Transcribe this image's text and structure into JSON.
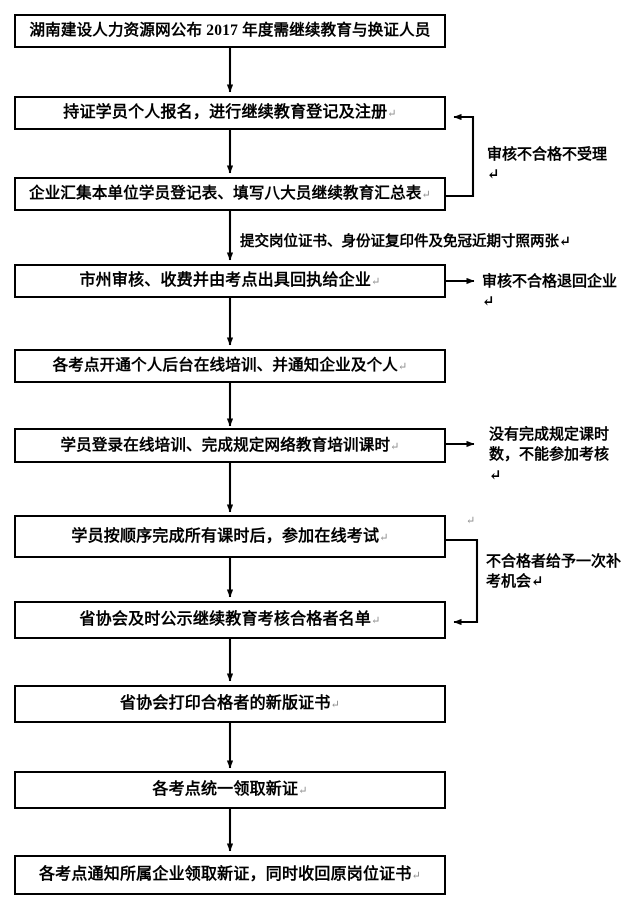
{
  "diagram": {
    "title_box": {
      "text": "湖南建设人力资源网公布 2017 年度需继续教育与换证人员",
      "pilcrow": ""
    },
    "nodes": [
      {
        "id": "node-1",
        "text": "湖南建设人力资源网公布 2017 年度需继续教育与换证人员",
        "pilcrow": ""
      },
      {
        "id": "node-2",
        "text": "持证学员个人报名，进行继续教育登记及注册",
        "pilcrow": "↵"
      },
      {
        "id": "node-3",
        "text": "企业汇集本单位学员登记表、填写八大员继续教育汇总表",
        "pilcrow": "↵"
      },
      {
        "id": "node-4",
        "text": "市州审核、收费并由考点出具回执给企业",
        "pilcrow": "↵"
      },
      {
        "id": "node-5",
        "text": "各考点开通个人后台在线培训、并通知企业及个人",
        "pilcrow": "↵"
      },
      {
        "id": "node-6",
        "text": "学员登录在线培训、完成规定网络教育培训课时",
        "pilcrow": "↵"
      },
      {
        "id": "node-7",
        "text": "学员按顺序完成所有课时后，参加在线考试",
        "pilcrow": "↵"
      },
      {
        "id": "node-8",
        "text": "省协会及时公示继续教育考核合格者名单",
        "pilcrow": "↵"
      },
      {
        "id": "node-9",
        "text": "省协会打印合格者的新版证书",
        "pilcrow": "↵"
      },
      {
        "id": "node-10",
        "text": "各考点统一领取新证",
        "pilcrow": "↵"
      },
      {
        "id": "node-11",
        "text": "各考点通知所属企业领取新证，同时收回原岗位证书",
        "pilcrow": "↵"
      }
    ],
    "annotations": {
      "review_reject_not_accepted": {
        "text": "审核不合格不受理",
        "pilcrow": "↵"
      },
      "submit_documents": {
        "text": "提交岗位证书、身份证复印件及免冠近期寸照两张",
        "pilcrow": "↵"
      },
      "review_reject_return": {
        "text": "审核不合格退回企业",
        "pilcrow": "↵"
      },
      "insufficient_hours": {
        "line1": "没有完成规定课时",
        "line2": "数，不能参加考核",
        "pilcrow": "↵"
      },
      "retake_chance": {
        "line1": "不合格者给予一次补",
        "line2": "考机会",
        "pilcrow": "↵"
      },
      "stray_pilcrow": "↵"
    },
    "colors": {
      "line": "#000000",
      "box_border": "#000000",
      "box_fill": "#ffffff",
      "text": "#000000",
      "pilcrow": "#8a8a8a",
      "page_background": "#ffffff"
    }
  }
}
